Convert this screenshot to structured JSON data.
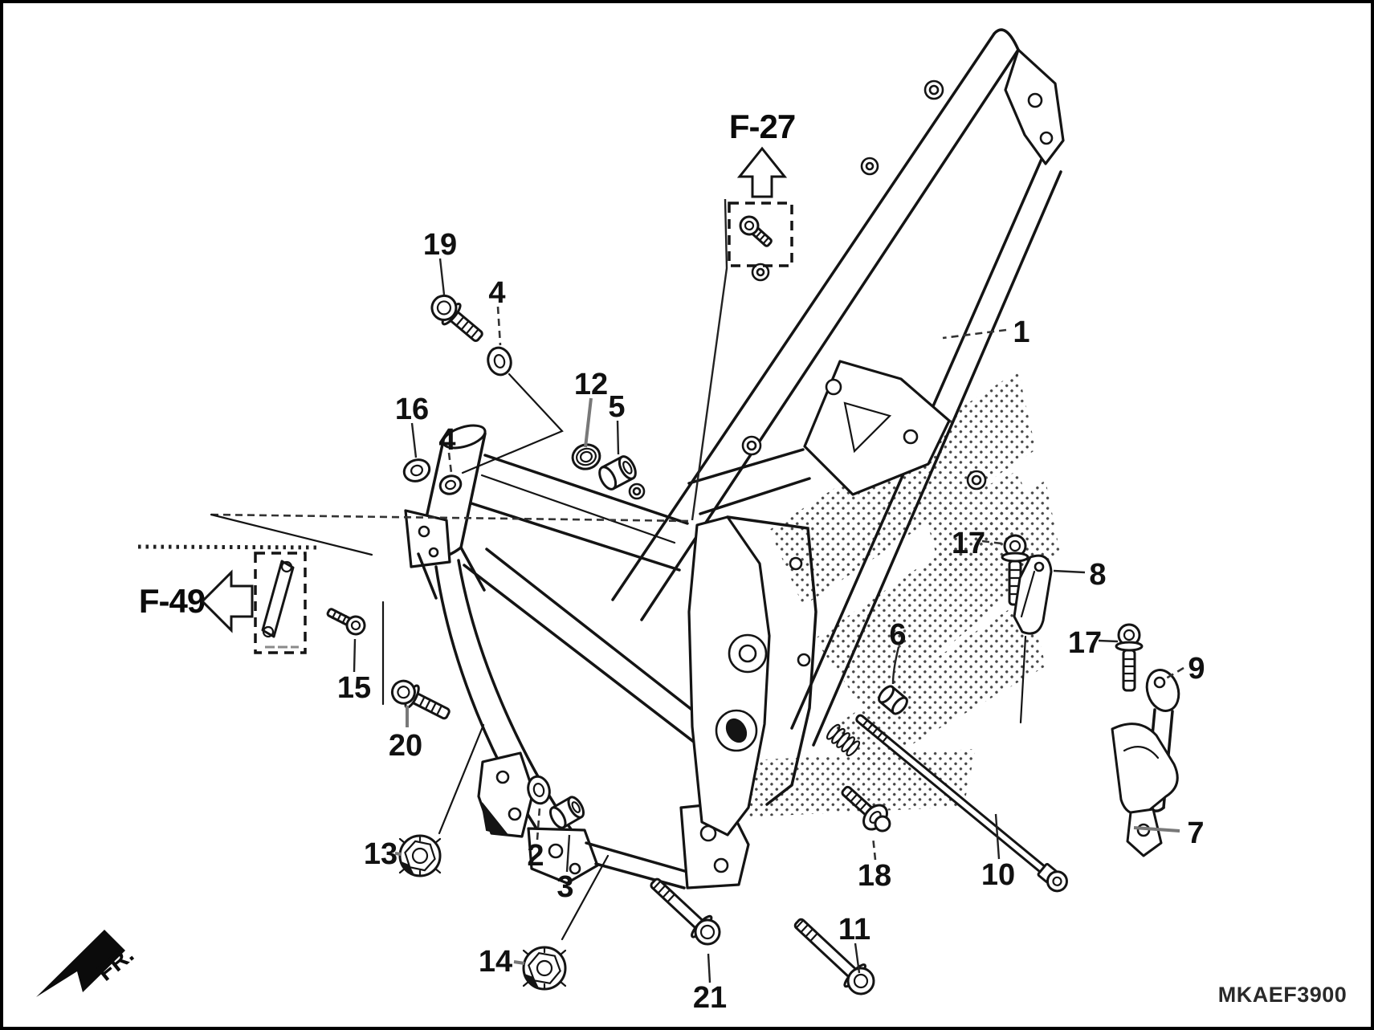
{
  "diagram": {
    "part_code": "MKAEF3900",
    "orientation": {
      "label": "FR."
    },
    "references": {
      "f27": "F-27",
      "f49": "F-49"
    },
    "callouts": {
      "c1": "1",
      "c2": "2",
      "c3": "3",
      "c4a": "4",
      "c4b": "4",
      "c5": "5",
      "c6": "6",
      "c7": "7",
      "c8": "8",
      "c9": "9",
      "c10": "10",
      "c11": "11",
      "c12": "12",
      "c13": "13",
      "c14": "14",
      "c15": "15",
      "c16": "16",
      "c17a": "17",
      "c17b": "17",
      "c18": "18",
      "c19": "19",
      "c20": "20",
      "c21": "21"
    }
  }
}
